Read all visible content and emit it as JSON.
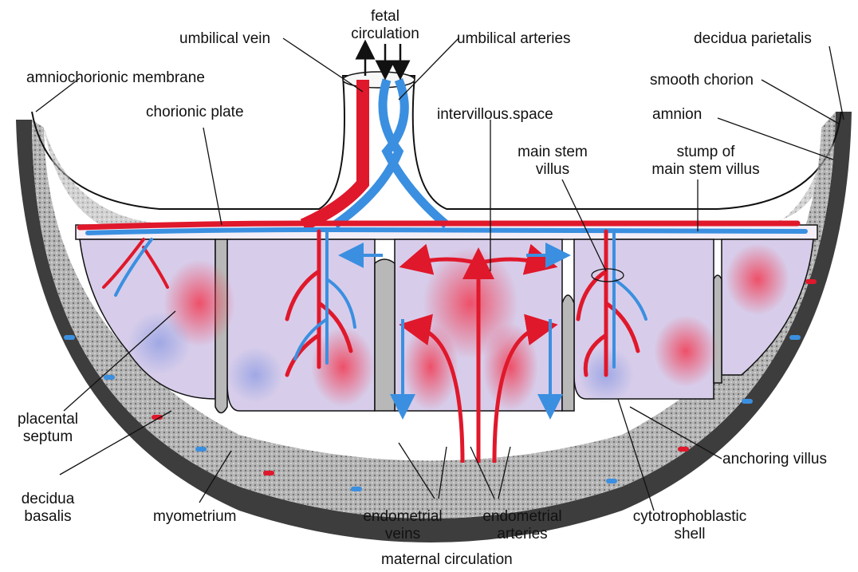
{
  "labels": {
    "fetal_circulation_1": "fetal",
    "fetal_circulation_2": "circulation",
    "umbilical_vein": "umbilical vein",
    "umbilical_arteries": "umbilical arteries",
    "decidua_parietalis": "decidua parietalis",
    "amniochorionic_membrane": "amniochorionic membrane",
    "smooth_chorion": "smooth chorion",
    "chorionic_plate": "chorionic plate",
    "intervillous_space": "intervillous.space",
    "amnion": "amnion",
    "main_stem_villus_1": "main stem",
    "main_stem_villus_2": "villus",
    "stump_1": "stump of",
    "stump_2": "main stem villus",
    "placental_septum_1": "placental",
    "placental_septum_2": "septum",
    "decidua_basalis_1": "decidua",
    "decidua_basalis_2": "basalis",
    "myometrium": "myometrium",
    "endometrial_veins_1": "endometrial",
    "endometrial_veins_2": "veins",
    "endometrial_arteries_1": "endometrial",
    "endometrial_arteries_2": "arteries",
    "anchoring_villus": "anchoring villus",
    "cytotrophoblastic_1": "cytotrophoblastic",
    "cytotrophoblastic_2": "shell",
    "maternal_circulation": "maternal circulation"
  },
  "colors": {
    "artery": "#e0182b",
    "vein": "#3b8fe0",
    "space": "#d7cdea",
    "decidua": "#a9a9a9",
    "myometrium": "#3a3a3a"
  }
}
